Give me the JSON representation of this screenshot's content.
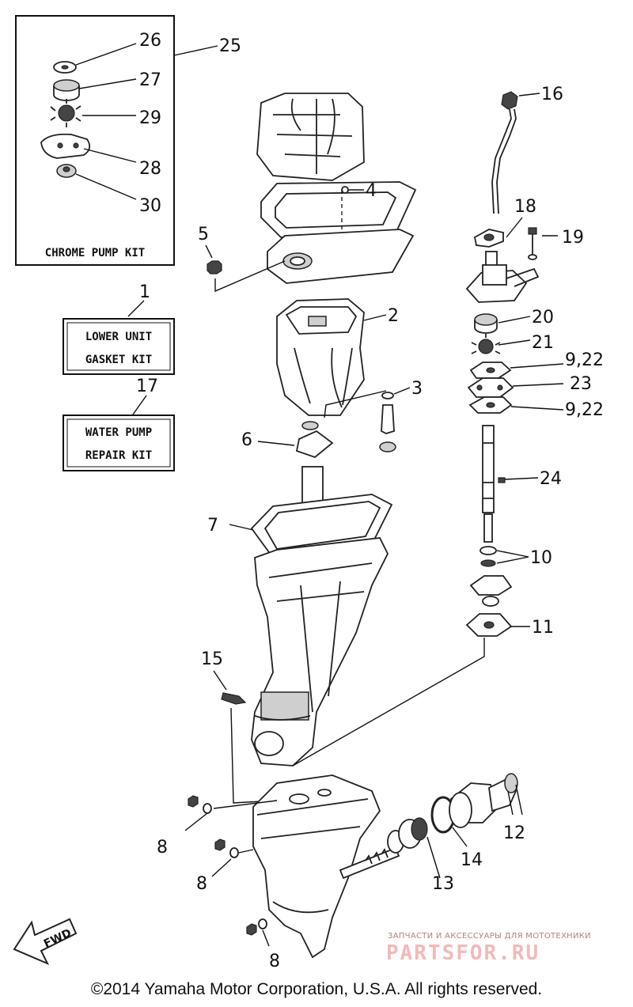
{
  "callouts": {
    "c1": "1",
    "c2": "2",
    "c3": "3",
    "c4": "4",
    "c5": "5",
    "c6": "6",
    "c7": "7",
    "c8a": "8",
    "c8b": "8",
    "c8c": "8",
    "c9_22a": "9,22",
    "c9_22b": "9,22",
    "c10": "10",
    "c11": "11",
    "c12": "12",
    "c13": "13",
    "c14": "14",
    "c15": "15",
    "c16": "16",
    "c17": "17",
    "c18": "18",
    "c19": "19",
    "c20": "20",
    "c21": "21",
    "c23": "23",
    "c24": "24",
    "c25": "25",
    "c26": "26",
    "c27": "27",
    "c28": "28",
    "c29": "29",
    "c30": "30"
  },
  "kits": {
    "chrome_pump": "CHROME PUMP KIT",
    "lower_unit_line1": "LOWER UNIT",
    "lower_unit_line2": "GASKET KIT",
    "water_pump_line1": "WATER PUMP",
    "water_pump_line2": "REPAIR KIT"
  },
  "fwd_label": "FWD",
  "watermark": {
    "small": "ЗАПЧАСТИ И АКСЕССУАРЫ ДЛЯ МОТОТЕХНИКИ",
    "big": "PARTSFOR.RU"
  },
  "copyright": "©2014 Yamaha Motor Corporation, U.S.A. All rights reserved."
}
